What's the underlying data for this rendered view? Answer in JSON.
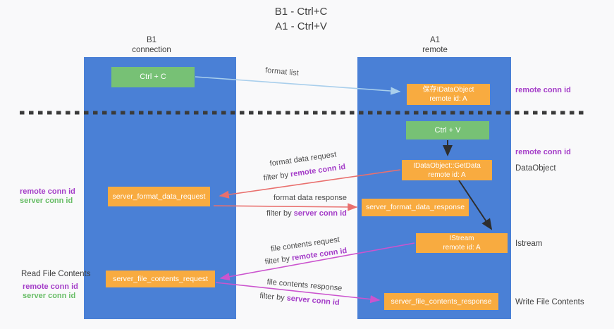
{
  "title": {
    "line1": "B1 - Ctrl+C",
    "line2": "A1 - Ctrl+V"
  },
  "columns": {
    "left": {
      "name": "B1",
      "role": "connection"
    },
    "right": {
      "name": "A1",
      "role": "remote"
    }
  },
  "boxes": {
    "ctrl_c": {
      "label": "Ctrl + C"
    },
    "save_idataobject": {
      "line1": "保存IDataObject",
      "line2": "remote id: A"
    },
    "ctrl_v": {
      "label": "Ctrl + V"
    },
    "getdata": {
      "line1": "IDataObject::GetData",
      "line2": "remote id: A"
    },
    "format_request": {
      "label": "server_format_data_request"
    },
    "format_response": {
      "label": "server_format_data_response"
    },
    "istream": {
      "line1": "IStream",
      "line2": "remote id: A"
    },
    "file_request": {
      "label": "server_file_contents_request"
    },
    "file_response": {
      "label": "server_file_contents_response"
    }
  },
  "flow_labels": {
    "format_list": "format list",
    "format_data_request": "format data request",
    "format_data_response": "format data response",
    "file_contents_request": "file contents request",
    "file_contents_response": "file contents response",
    "filter_by": "filter by ",
    "remote_conn_id": "remote conn id",
    "server_conn_id": "server conn id"
  },
  "side_labels": {
    "remote_conn_id": "remote conn id",
    "server_conn_id": "server conn id",
    "dataobject": "DataObject",
    "istream": "Istream",
    "read_file_contents": "Read File Contents",
    "write_file_contents": "Write File Contents"
  },
  "colors": {
    "column_blue": "#4a80d6",
    "box_orange": "#f8ab40",
    "box_green": "#77c175",
    "arrow_light_blue": "#a9cfec",
    "arrow_salmon": "#e9706e",
    "arrow_magenta": "#cb54ce",
    "arrow_black": "#2e2e2e",
    "label_purple": "#a43dc8",
    "label_green": "#68bd66",
    "dashed_line": "#3b3b3b"
  }
}
